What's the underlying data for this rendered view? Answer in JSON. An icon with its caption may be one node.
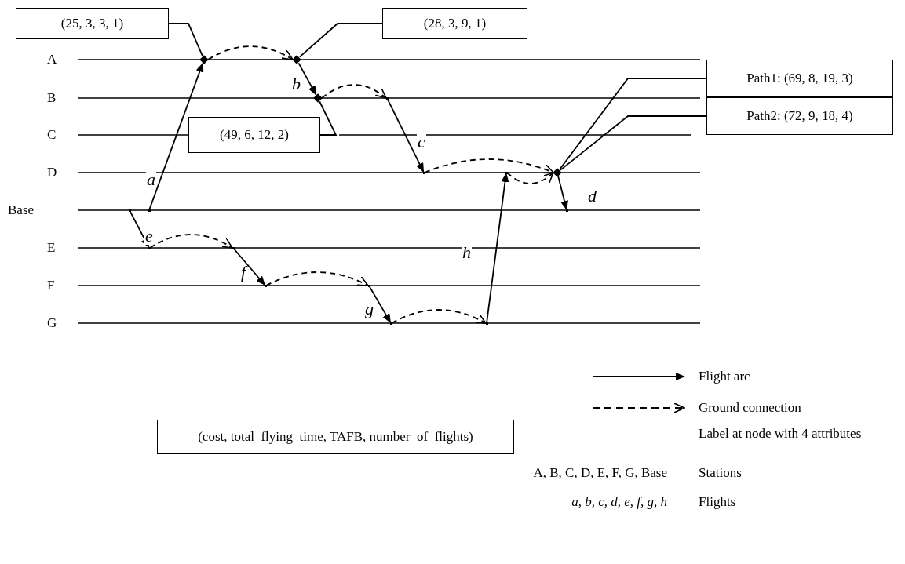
{
  "diagram": {
    "nodes": [
      {
        "text": [
          "(25, 3, 3, 1)"
        ]
      },
      {
        "text": [
          "(28, 3, 9, 1)"
        ]
      },
      {
        "text": [
          "(49, 6, 12, 2)"
        ]
      },
      {
        "text": [
          "Path1: (69, 8, 19, 3)"
        ]
      },
      {
        "text": [
          "Path2: (72, 9, 18, 4)"
        ]
      },
      {
        "text": [],
        "shape": "point"
      },
      {
        "text": [],
        "shape": "dot"
      },
      {
        "text": [],
        "shape": "dot"
      },
      {
        "text": [],
        "shape": "dot"
      },
      {
        "text": [],
        "shape": "point"
      },
      {
        "text": [],
        "shape": "point"
      },
      {
        "text": [],
        "shape": "dot"
      },
      {
        "text": [],
        "shape": "point"
      },
      {
        "text": [],
        "shape": "point"
      },
      {
        "text": [],
        "shape": "point"
      },
      {
        "text": [],
        "shape": "point"
      },
      {
        "text": [],
        "shape": "point"
      },
      {
        "text": [],
        "shape": "point"
      },
      {
        "text": [],
        "shape": "point"
      },
      {
        "text": [],
        "shape": "point"
      },
      {
        "text": [],
        "shape": "point"
      }
    ],
    "edges": [
      {
        "from": 5,
        "to": 6,
        "arrow": "to",
        "label": "a"
      },
      {
        "from": 6,
        "to": 7,
        "arrow": "to",
        "style": "dashed"
      },
      {
        "from": 7,
        "to": 8,
        "arrow": "to",
        "label": "b"
      },
      {
        "from": 8,
        "to": 9,
        "arrow": "to",
        "style": "dashed"
      },
      {
        "from": 9,
        "to": 10,
        "arrow": "to",
        "label": "c"
      },
      {
        "from": 10,
        "to": 11,
        "arrow": "to",
        "style": "dashed"
      },
      {
        "from": 11,
        "to": 12,
        "arrow": "to",
        "label": "d"
      },
      {
        "from": 13,
        "to": 14,
        "arrow": "to",
        "label": "e"
      },
      {
        "from": 14,
        "to": 15,
        "arrow": "to",
        "style": "dashed"
      },
      {
        "from": 15,
        "to": 16,
        "arrow": "to",
        "label": "f"
      },
      {
        "from": 16,
        "to": 17,
        "arrow": "to",
        "style": "dashed"
      },
      {
        "from": 17,
        "to": 18,
        "arrow": "to",
        "label": "g"
      },
      {
        "from": 18,
        "to": 19,
        "arrow": "to",
        "style": "dashed"
      },
      {
        "from": 19,
        "to": 20,
        "arrow": "to",
        "label": "h"
      },
      {
        "from": 20,
        "to": 11,
        "arrow": "to",
        "style": "dashed"
      },
      {
        "from": 0,
        "to": 6,
        "arrow": "none"
      },
      {
        "from": 1,
        "to": 7,
        "arrow": "none"
      },
      {
        "from": 2,
        "to": 8,
        "arrow": "none"
      },
      {
        "from": 3,
        "to": 11,
        "arrow": "none"
      },
      {
        "from": 4,
        "to": 11,
        "arrow": "none"
      }
    ],
    "labels": [
      "A",
      "B",
      "C",
      "D",
      "Base",
      "E",
      "F",
      "G",
      "(cost, total_flying_time, TAFB, number_of_flights)",
      "A, B, C, D, E, F, G, Base",
      "a, b, c, d, e, f, g, h"
    ],
    "legend": [
      {
        "text": "Flight arc"
      },
      {
        "text": "Ground connection"
      },
      {
        "text": "Label at node with 4 attributes"
      },
      {
        "text": "Stations"
      },
      {
        "text": "Flights"
      }
    ]
  }
}
